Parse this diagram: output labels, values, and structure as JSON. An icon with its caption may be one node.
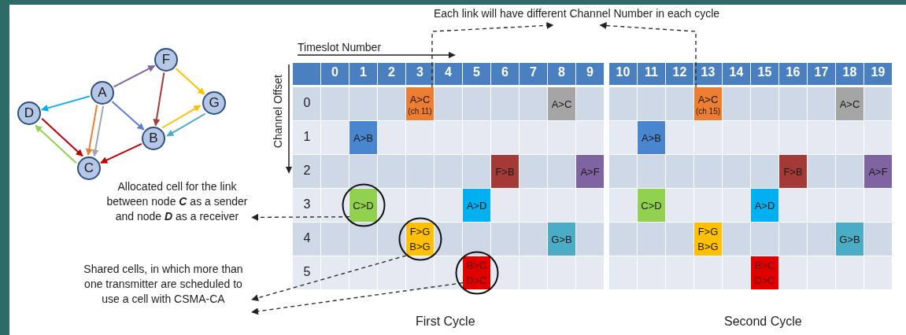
{
  "diagram": {
    "nodes": [
      {
        "text": [
          "F"
        ]
      },
      {
        "text": [
          "A"
        ]
      },
      {
        "text": [
          "G"
        ]
      },
      {
        "text": [
          "D"
        ]
      },
      {
        "text": [
          "B"
        ]
      },
      {
        "text": [
          "C"
        ]
      },
      {
        "text": [
          "Each link will have different Channel Number in each cycle"
        ]
      },
      {
        "text": [
          "A>C",
          "(ch 11)"
        ]
      },
      {
        "text": [
          "A>C"
        ]
      },
      {
        "text": [
          "A>C",
          "(ch 15)"
        ]
      },
      {
        "text": [
          "A>C"
        ]
      },
      {
        "text": [
          "A>B"
        ]
      },
      {
        "text": [
          "A>B"
        ]
      },
      {
        "text": [
          "F>B"
        ]
      },
      {
        "text": [
          "A>F"
        ]
      },
      {
        "text": [
          "F>B"
        ]
      },
      {
        "text": [
          "A>F"
        ]
      },
      {
        "text": [
          "C>D"
        ]
      },
      {
        "text": [
          "A>D"
        ]
      },
      {
        "text": [
          "C>D"
        ]
      },
      {
        "text": [
          "A>D"
        ]
      },
      {
        "text": [
          "F>G",
          "B>G"
        ]
      },
      {
        "text": [
          "G>B"
        ]
      },
      {
        "text": [
          "F>G",
          "B>G"
        ]
      },
      {
        "text": [
          "G>B"
        ]
      },
      {
        "text": [
          "B>C",
          "D>C"
        ]
      },
      {
        "text": [
          "B>C",
          "D>C"
        ]
      },
      {
        "text": [
          "Allocated cell for the link between node **C** as a sender and node **D** as a receiver"
        ]
      },
      {
        "text": [
          "Shared cells, in which more than one transmitter are scheduled to use a cell with CSMA-CA"
        ]
      }
    ],
    "edges": [
      {
        "from": 1,
        "to": 0,
        "arrow": "to",
        "color": "#8064a2"
      },
      {
        "from": 0,
        "to": 4,
        "arrow": "to",
        "color": "#a33a36"
      },
      {
        "from": 0,
        "to": 2,
        "arrow": "to",
        "color": "#ffc000"
      },
      {
        "from": 1,
        "to": 3,
        "arrow": "to",
        "color": "#00b0f0"
      },
      {
        "from": 1,
        "to": 4,
        "arrow": "to",
        "color": "#5b7fd0"
      },
      {
        "from": 1,
        "to": 5,
        "arrow": "to",
        "color": "#a5a5a5"
      },
      {
        "from": 1,
        "to": 5,
        "arrow": "to",
        "color": "#ed7d31"
      },
      {
        "from": 4,
        "to": 2,
        "arrow": "to",
        "color": "#ffc000"
      },
      {
        "from": 2,
        "to": 4,
        "arrow": "to",
        "color": "#4bacc6"
      },
      {
        "from": 5,
        "to": 3,
        "arrow": "to",
        "color": "#92d050"
      },
      {
        "from": 3,
        "to": 5,
        "arrow": "to",
        "color": "#c00000"
      },
      {
        "from": 4,
        "to": 5,
        "arrow": "to",
        "color": "#c00000"
      },
      {
        "from": 7,
        "to": 6,
        "arrow": "to",
        "style": "dashed",
        "color": "#222222"
      },
      {
        "from": 9,
        "to": 6,
        "arrow": "to",
        "style": "dashed",
        "color": "#222222"
      },
      {
        "from": 17,
        "to": 27,
        "arrow": "to",
        "style": "dashed",
        "color": "#222222"
      },
      {
        "from": 21,
        "to": 28,
        "arrow": "to",
        "style": "dashed",
        "color": "#222222"
      },
      {
        "from": 25,
        "to": 28,
        "arrow": "to",
        "style": "dashed",
        "color": "#222222"
      }
    ],
    "labels": [
      "Timeslot Number",
      "Channel Offset",
      "0",
      "1",
      "2",
      "3",
      "4",
      "5",
      "6",
      "7",
      "8",
      "9",
      "10",
      "11",
      "12",
      "13",
      "14",
      "15",
      "16",
      "17",
      "18",
      "19",
      "0",
      "1",
      "2",
      "3",
      "4",
      "5",
      "First Cycle",
      "Second Cycle"
    ]
  }
}
